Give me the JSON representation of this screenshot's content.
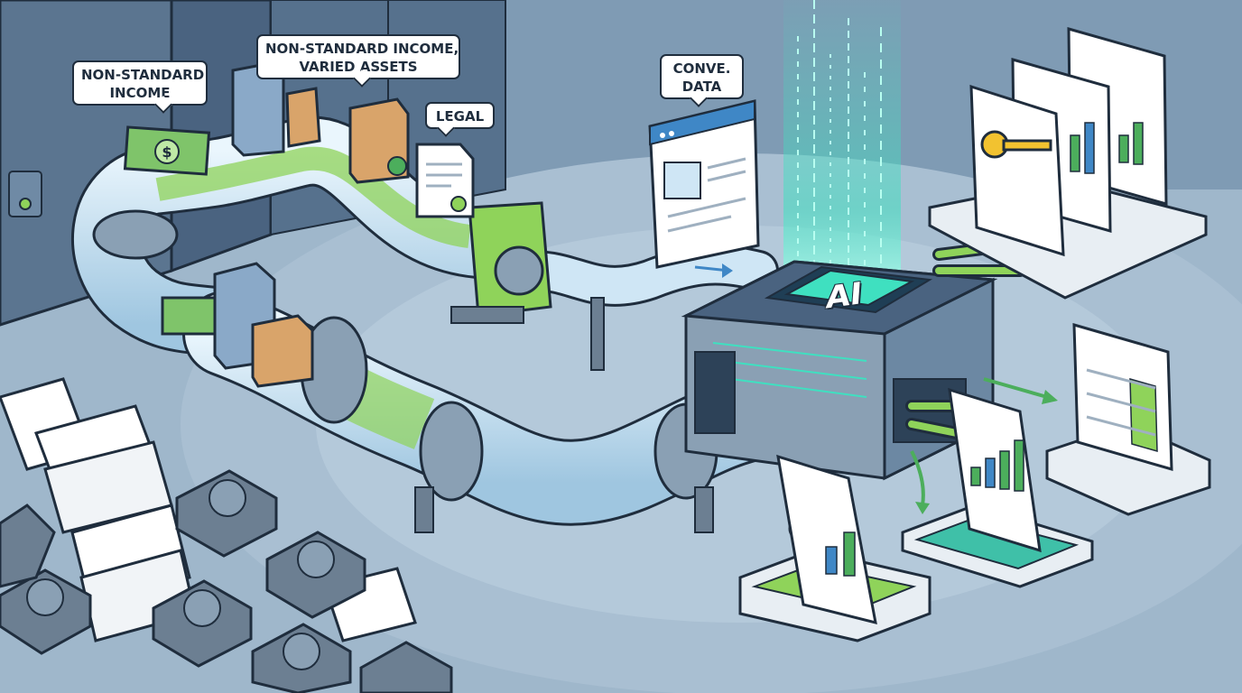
{
  "diagram": {
    "labels": {
      "non_standard_income": [
        "NON-STANDARD",
        "INCOME"
      ],
      "non_standard_income_assets": [
        "NON-STANDARD INCOME,",
        "VARIED ASSETS"
      ],
      "legal": "LEGAL",
      "conve_data": [
        "CONVE.",
        "DATA"
      ],
      "ai_chip": "AI"
    },
    "icons": [
      "server-rack-icon",
      "cash-bill-icon",
      "office-building-icon",
      "legal-document-icon",
      "pipeline-tube-icon",
      "valve-icon",
      "browser-window-icon",
      "data-stream-icon",
      "ai-chip-icon",
      "key-icon",
      "bar-chart-icon",
      "checklist-icon",
      "paper-stack-icon",
      "rotary-telephone-icon",
      "arrow-icon"
    ],
    "colors": {
      "background": "#7f9bb4",
      "floor": "#a9bfd2",
      "pipe": "#cfe6f5",
      "accent_green": "#8fd35a",
      "ai_glow": "#3fe0c0",
      "outline": "#1f2d3d",
      "money": "#7fc46a",
      "building_tan": "#d9a46a",
      "building_blue": "#8aa9c8",
      "key_yellow": "#f2c230",
      "chart_green": "#4cae5c",
      "chart_blue": "#3f87c6"
    }
  }
}
